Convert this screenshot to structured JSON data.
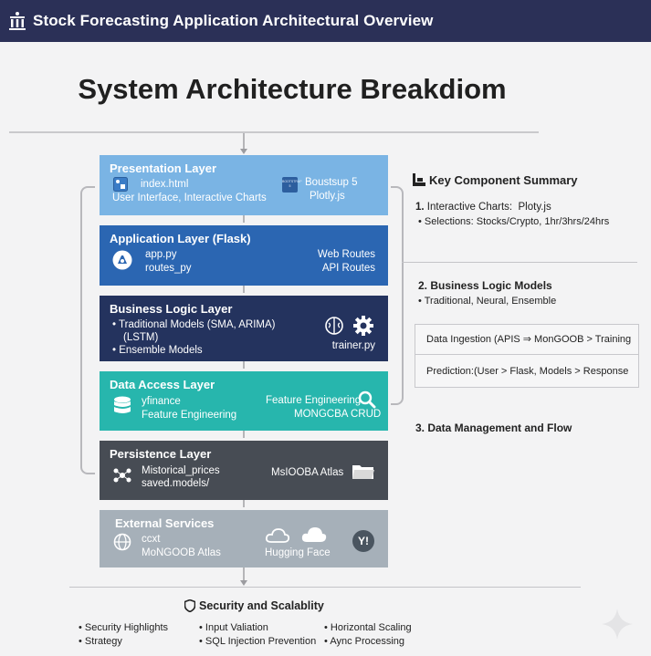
{
  "header": {
    "title": "Stock Forecasting Application Architectural Overview"
  },
  "main_title": "System Architecture Breakdiom",
  "layers": {
    "presentation": {
      "title": "Presentation Layer",
      "file": "index.html",
      "desc": "User Interface, Interactive Charts",
      "tech_icon_text1": "BOOTSTRAP",
      "tech_icon_text2": "5",
      "tech1": "Boustsup 5",
      "tech2": "Plotly.js"
    },
    "application": {
      "title": "Application Layer (Flask)",
      "file1": "app.py",
      "file2": "routes_py",
      "r1": "Web Routes",
      "r2": "API Routes"
    },
    "business": {
      "title": "Business Logic Layer",
      "b1": "Traditional Models (SMA, ARIMA)",
      "b1b": "(LSTM)",
      "b2": "Ensemble Models",
      "trainer": "trainer.py"
    },
    "data_access": {
      "title": "Data Access Layer",
      "s1": "yfinance",
      "s2": "Feature Engineering",
      "r1": "Feature Engineering",
      "r2": "MONGCBA CRUD"
    },
    "persistence": {
      "title": "Persistence Layer",
      "s1": "Mistorical_prices",
      "s2": "saved.models/",
      "r1": "MsIOOBA Atlas"
    },
    "external": {
      "title": "External Services",
      "s1": "ccxt",
      "s2": "MoNGOOB Atlas",
      "hf": "Hugging Face",
      "yahoo": "Y!"
    }
  },
  "summary": {
    "title": "Key Component Summary",
    "s1_num": "1.",
    "s1_title": "Interactive Charts:",
    "s1_val": "Ploty.js",
    "s1_bullet": "Selections: Stocks/Crypto, 1hr/3hrs/24hrs",
    "s2_title": "2. Business Logic Models",
    "s2_bullet": "Traditional, Neural, Ensemble",
    "flow1": "Data Ingestion (APIS ⇒ MonGOOB > Training",
    "flow2": "Prediction:(User > Flask, Models > Response",
    "s3_title": "3. Data Management and Flow"
  },
  "security": {
    "title": "Security and Scalablity",
    "c1": [
      "Security Highlights",
      "Strategy"
    ],
    "c2": [
      "Input Valiation",
      "SQL Injection Prevention"
    ],
    "c3": [
      "Horizontal Scaling",
      "Aync Processing"
    ]
  }
}
